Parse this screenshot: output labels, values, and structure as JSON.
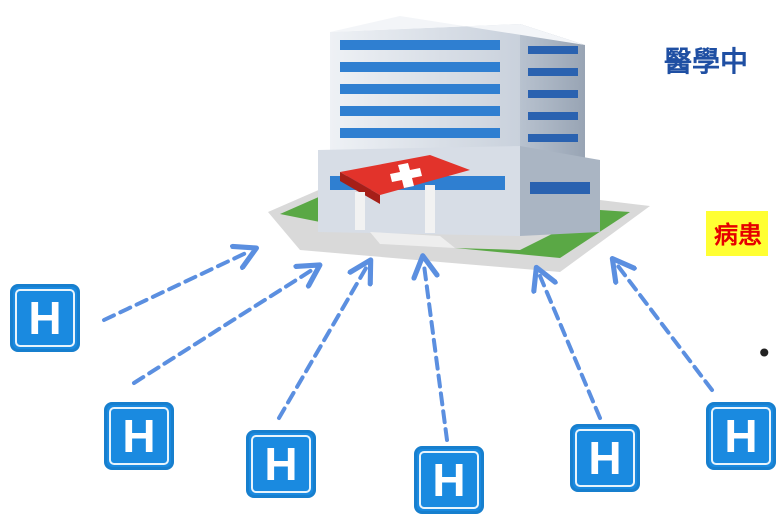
{
  "heading": "醫學中",
  "callout": "病患",
  "bullet": "•",
  "badge_label": "H",
  "colors": {
    "heading": "#1f4fa3",
    "callout_bg": "#ffff33",
    "callout_text": "#e60000",
    "arrow": "#5b8fe0",
    "badge": "#1a8ae0"
  },
  "icons": [
    "hospital-building-icon",
    "hospital-sign-icon"
  ]
}
